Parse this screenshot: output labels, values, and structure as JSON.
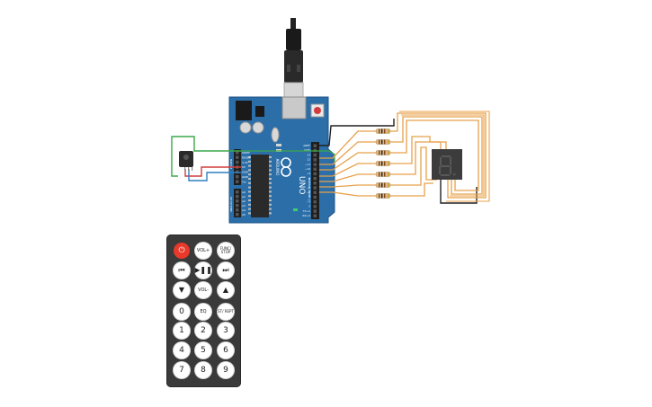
{
  "board": {
    "brand": "ARDUINO",
    "model": "UNO",
    "pin_labels_digital": [
      "AREF",
      "GND",
      "13",
      "12",
      "~11",
      "~10",
      "~9",
      "8",
      "7",
      "~6",
      "~5",
      "4",
      "~3",
      "2",
      "TX→1",
      "RX←0"
    ],
    "pin_labels_power": [
      "IOREF",
      "RESET",
      "3.3V",
      "5V",
      "GND",
      "GND",
      "Vin"
    ],
    "pin_labels_analog": [
      "A0",
      "A1",
      "A2",
      "A3",
      "A4",
      "A5"
    ],
    "section_digital": "DIGITAL (PWM~)",
    "section_power": "POWER",
    "section_analog": "ANALOG IN"
  },
  "remote": {
    "buttons": [
      {
        "label": "⏻",
        "name": "power-button",
        "kind": "power"
      },
      {
        "label": "VOL+",
        "name": "vol-up-button",
        "kind": "small"
      },
      {
        "label": "FUNC/ STOP",
        "name": "func-stop-button",
        "kind": "tiny"
      },
      {
        "label": "⏮",
        "name": "prev-button",
        "kind": "glyph"
      },
      {
        "label": "▶❚❚",
        "name": "play-pause-button",
        "kind": "glyph"
      },
      {
        "label": "⏭",
        "name": "next-button",
        "kind": "glyph"
      },
      {
        "label": "▼",
        "name": "down-button",
        "kind": "glyph"
      },
      {
        "label": "VOL-",
        "name": "vol-down-button",
        "kind": "small"
      },
      {
        "label": "▲",
        "name": "up-button",
        "kind": "glyph"
      },
      {
        "label": "0",
        "name": "digit-0-button",
        "kind": "digit"
      },
      {
        "label": "EQ",
        "name": "eq-button",
        "kind": "small"
      },
      {
        "label": "ST/ REPT",
        "name": "st-rept-button",
        "kind": "tiny"
      },
      {
        "label": "1",
        "name": "digit-1-button",
        "kind": "digit"
      },
      {
        "label": "2",
        "name": "digit-2-button",
        "kind": "digit"
      },
      {
        "label": "3",
        "name": "digit-3-button",
        "kind": "digit"
      },
      {
        "label": "4",
        "name": "digit-4-button",
        "kind": "digit"
      },
      {
        "label": "5",
        "name": "digit-5-button",
        "kind": "digit"
      },
      {
        "label": "6",
        "name": "digit-6-button",
        "kind": "digit"
      },
      {
        "label": "7",
        "name": "digit-7-button",
        "kind": "digit"
      },
      {
        "label": "8",
        "name": "digit-8-button",
        "kind": "digit"
      },
      {
        "label": "9",
        "name": "digit-9-button",
        "kind": "digit"
      }
    ]
  },
  "colors": {
    "board": "#2b6ea8",
    "board_edge": "#1f5688",
    "wire_orange": "#e8a14a",
    "wire_black": "#222222",
    "wire_green": "#3aa84a",
    "wire_red": "#d23c3c",
    "wire_blue": "#2f7fc0",
    "display": "#3c3c3c",
    "remote": "#3a3a3a",
    "power_button": "#e8392a"
  }
}
